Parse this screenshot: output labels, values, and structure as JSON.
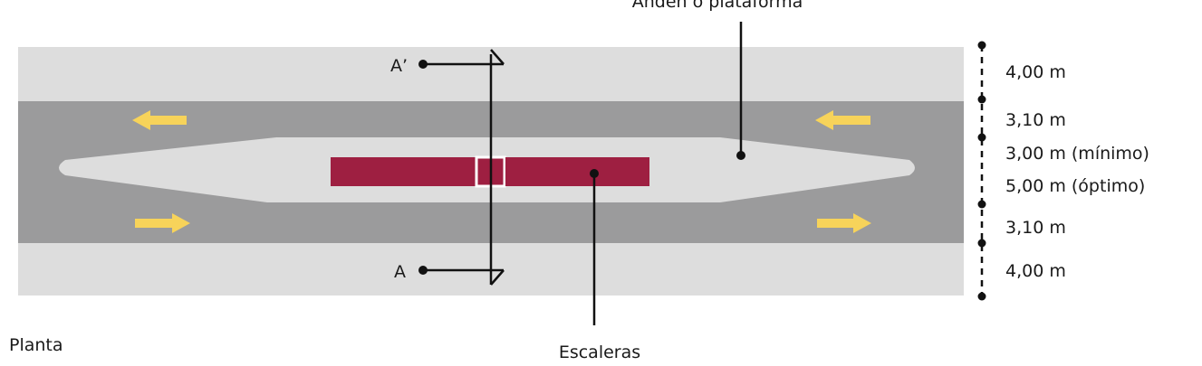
{
  "platform_label": "Andén o plataforma",
  "stairs_label": "Escaleras",
  "plan_label": "Planta",
  "section_marks": {
    "top": "A’",
    "bottom": "A"
  },
  "dimensions": [
    "4,00 m",
    "3,10 m",
    "3,00 m (mínimo)",
    "5,00 m (óptimo)",
    "3,10 m",
    "4,00 m"
  ],
  "colors": {
    "sidewalk": "#dddddd",
    "roadway": "#9b9b9c",
    "platform": "#dddddd",
    "stairs": "#9e1f41",
    "arrows": "#f7d35a",
    "lines": "#111111"
  },
  "arrows": {
    "top_lane_direction": "left",
    "bottom_lane_direction": "right"
  }
}
